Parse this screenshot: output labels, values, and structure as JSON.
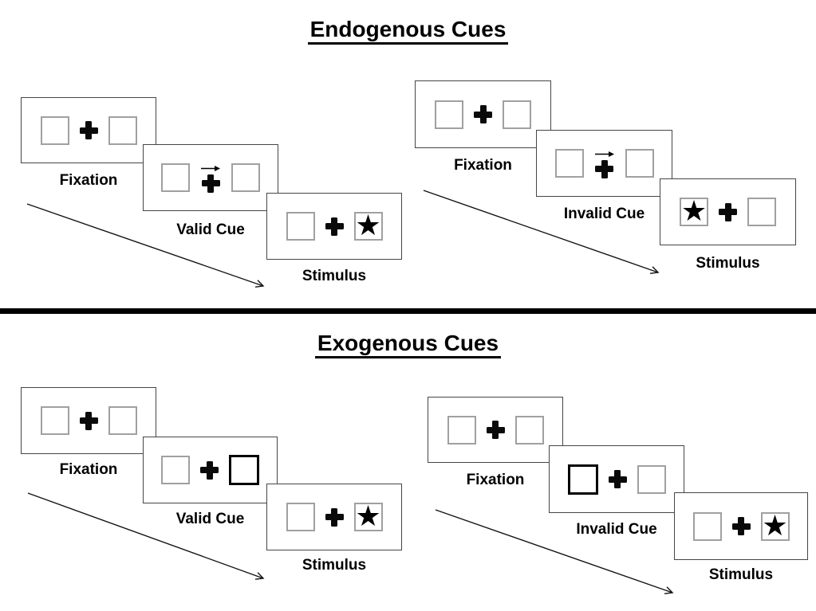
{
  "colors": {
    "ink": "#000000",
    "box_border_gray": "#a0a0a0",
    "panel_border": "#454545",
    "cue_highlight": "#000000"
  },
  "icons": {
    "star": "★",
    "fixation_cross": "bold-plus-cross",
    "endogenous_cue": "right-arrow",
    "timeline": "diagonal-arrow-down-right"
  },
  "sections": [
    {
      "title": "Endogenous Cues",
      "cue_style": "central-arrow-above-fixation-cross",
      "sequences": [
        {
          "name": "valid",
          "frames": [
            {
              "label": "Fixation",
              "type": "fixation"
            },
            {
              "label": "Valid Cue",
              "type": "cue",
              "cue": "arrow-right"
            },
            {
              "label": "Stimulus",
              "type": "stimulus",
              "star_side": "right"
            }
          ]
        },
        {
          "name": "invalid",
          "frames": [
            {
              "label": "Fixation",
              "type": "fixation"
            },
            {
              "label": "Invalid Cue",
              "type": "cue",
              "cue": "arrow-right"
            },
            {
              "label": "Stimulus",
              "type": "stimulus",
              "star_side": "left"
            }
          ]
        }
      ]
    },
    {
      "title": "Exogenous Cues",
      "cue_style": "peripheral-box-highlight",
      "sequences": [
        {
          "name": "valid",
          "frames": [
            {
              "label": "Fixation",
              "type": "fixation"
            },
            {
              "label": "Valid Cue",
              "type": "cue",
              "cue": "highlight-right-box"
            },
            {
              "label": "Stimulus",
              "type": "stimulus",
              "star_side": "right"
            }
          ]
        },
        {
          "name": "invalid",
          "frames": [
            {
              "label": "Fixation",
              "type": "fixation"
            },
            {
              "label": "Invalid Cue",
              "type": "cue",
              "cue": "highlight-left-box"
            },
            {
              "label": "Stimulus",
              "type": "stimulus",
              "star_side": "right"
            }
          ]
        }
      ]
    }
  ]
}
